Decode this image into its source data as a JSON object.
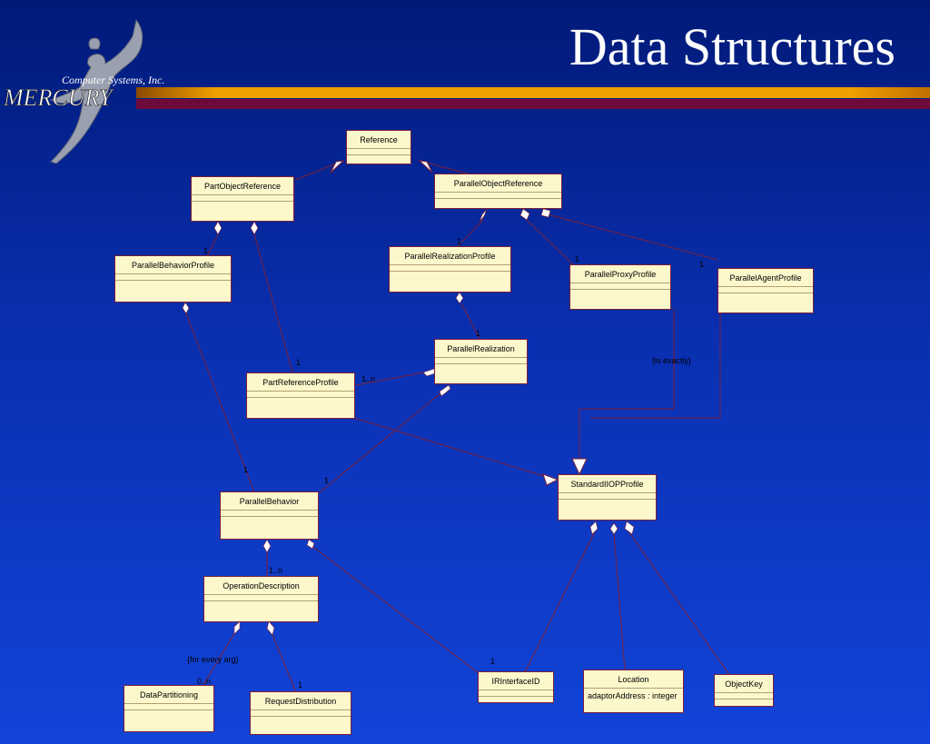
{
  "slide": {
    "title": "Data Structures"
  },
  "logo": {
    "company": "Computer Systems, Inc.",
    "brand": "MERCURY"
  },
  "colors": {
    "box_fill": "#fdf8cc",
    "line": "#7a1f3a",
    "bar_gold": "#f0a000",
    "bar_maroon": "#6e0a3a"
  },
  "classes": {
    "reference": "Reference",
    "part_object_reference": "PartObjectReference",
    "parallel_object_reference": "ParallelObjectReference",
    "parallel_behavior_profile": "ParallelBehaviorProfile",
    "parallel_realization_profile": "ParallelRealizationProfile",
    "parallel_proxy_profile": "ParallelProxyProfile",
    "parallel_agent_profile": "ParallelAgentProfile",
    "parallel_realization": "ParallelRealization",
    "part_reference_profile": "PartReferenceProfile",
    "standard_iiop_profile": "StandardIIOPProfile",
    "parallel_behavior": "ParallelBehavior",
    "operation_description": "OperationDescription",
    "data_partitioning": "DataPartitioning",
    "request_distribution": "RequestDistribution",
    "ir_interface_id": "IRInterfaceID",
    "location": "Location",
    "location_attr": "adaptorAddress : integer",
    "object_key": "ObjectKey"
  },
  "labels": {
    "m_behavior_profile": "1",
    "m_realization_profile": "1",
    "m_proxy_profile": "1",
    "m_agent_profile": "1",
    "m_realization": "1",
    "m_part_ref_profile": "1",
    "m_part_ref_1n": "1..n",
    "is_exactly": "{is exactly}",
    "m_behavior_left": "1",
    "m_behavior_right": "1",
    "m_op_desc": "1..n",
    "for_every_arg": "{for every arg}",
    "m_data_part": "0..n",
    "m_req_dist": "1",
    "m_ir_iface": "1"
  }
}
